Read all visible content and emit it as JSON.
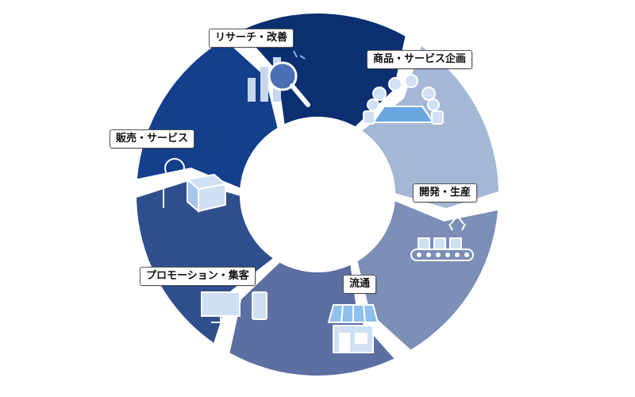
{
  "cycle": {
    "segments": [
      {
        "id": "research",
        "label": "リサーチ・改善",
        "color": "#0b2f70",
        "icon": "magnifier-chart-icon"
      },
      {
        "id": "planning",
        "label": "商品・サービス企画",
        "color": "#a4b8d6",
        "icon": "meeting-icon"
      },
      {
        "id": "development",
        "label": "開発・生産",
        "color": "#7b8fb7",
        "icon": "factory-conveyor-icon"
      },
      {
        "id": "distribution",
        "label": "流通",
        "color": "#5b6fa2",
        "icon": "storefront-icon"
      },
      {
        "id": "promotion",
        "label": "プロモーション・集客",
        "color": "#2e4f8c",
        "icon": "devices-icon"
      },
      {
        "id": "sales",
        "label": "販売・サービス",
        "color": "#133f8c",
        "icon": "delivery-person-icon"
      }
    ]
  }
}
